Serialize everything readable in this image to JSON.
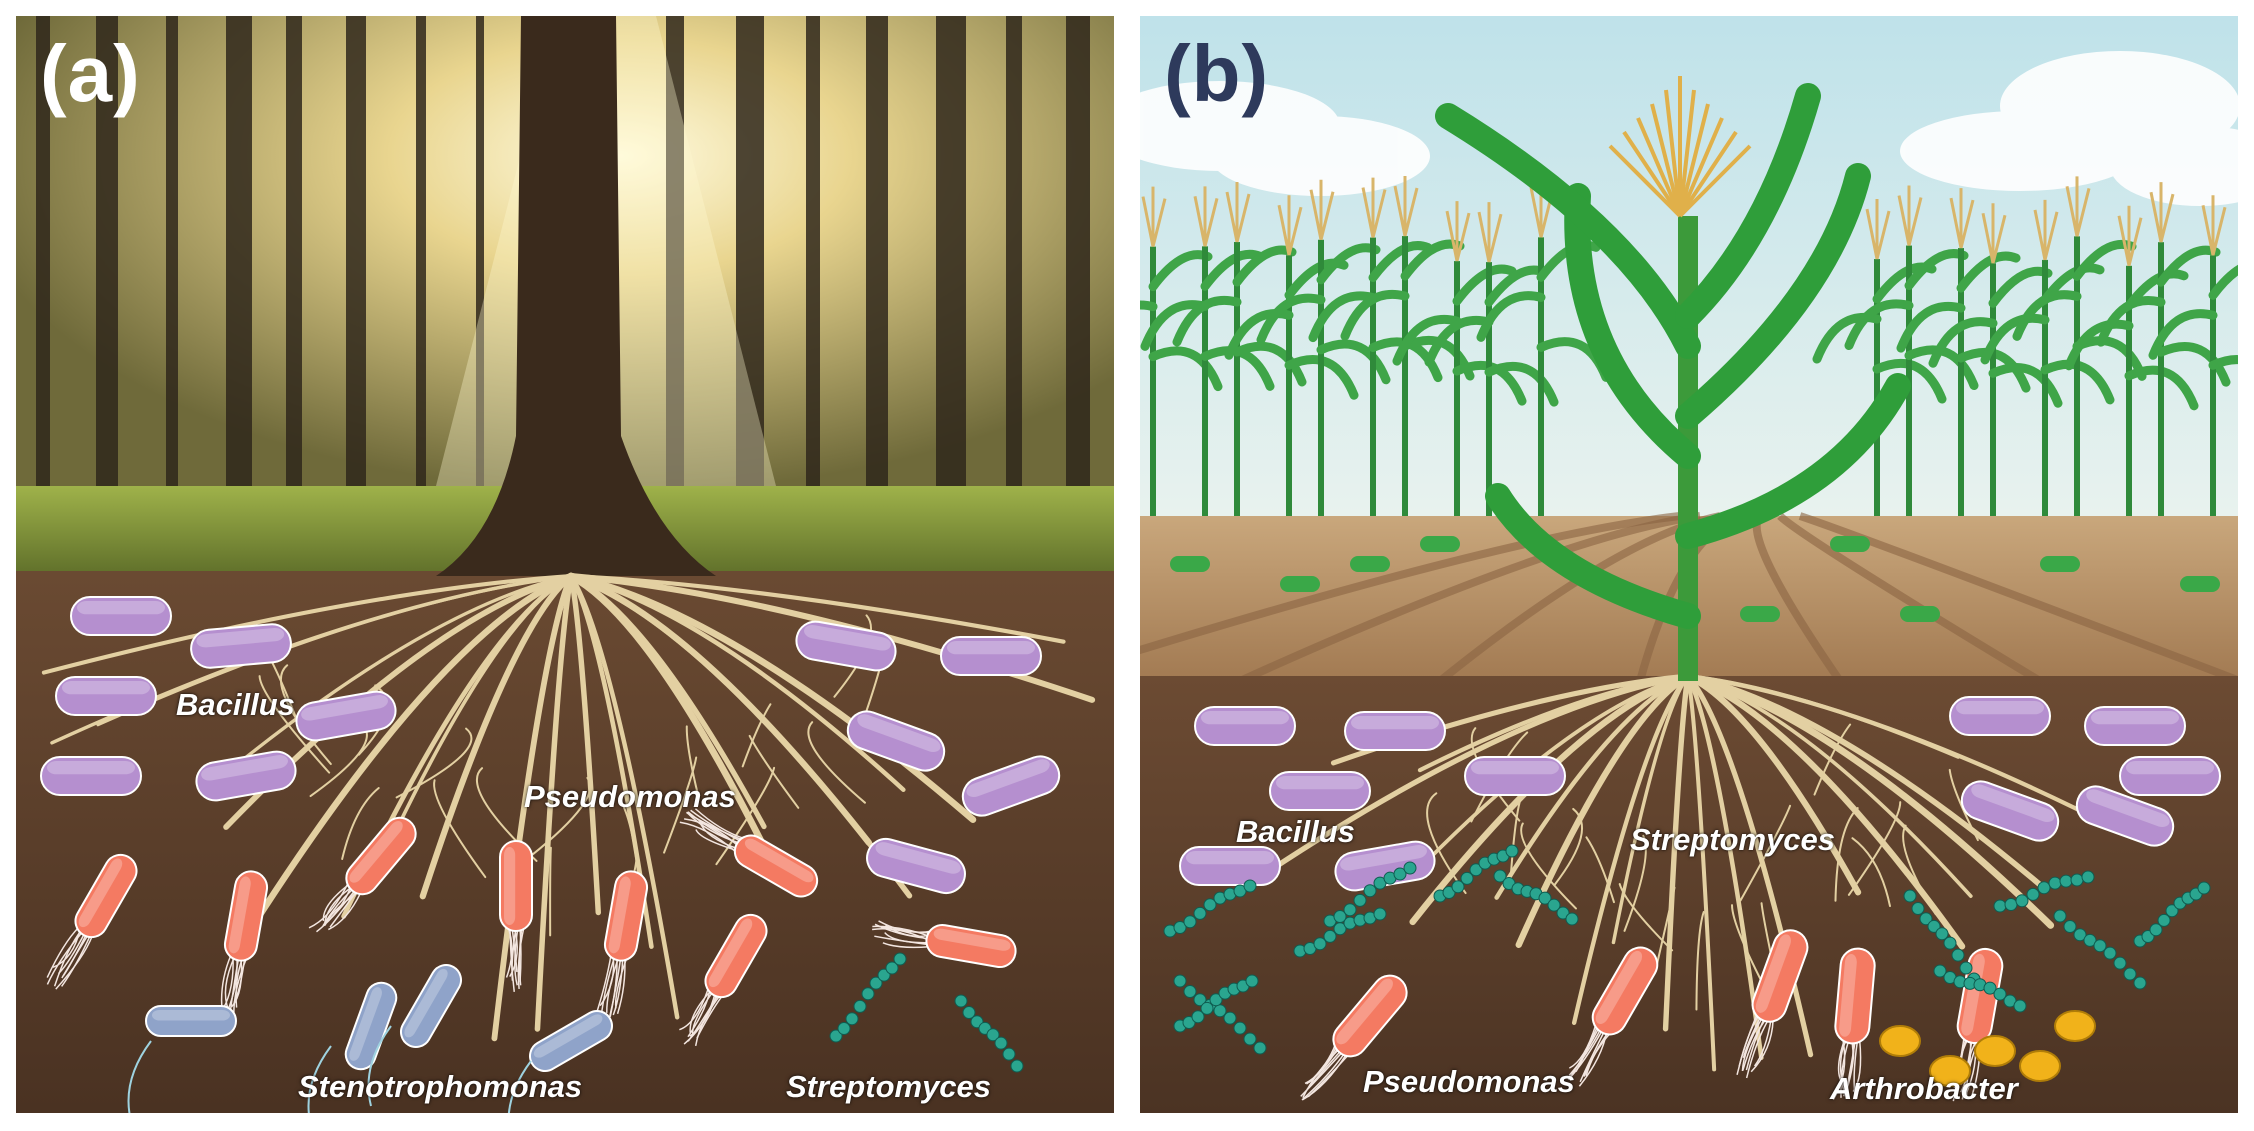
{
  "panel_a": {
    "label": "(a)",
    "bacteria_labels": {
      "bacillus": "Bacillus",
      "pseudomonas": "Pseudomonas",
      "stenotrophomonas": "Stenotrophomonas",
      "streptomyces": "Streptomyces"
    }
  },
  "panel_b": {
    "label": "(b)",
    "bacteria_labels": {
      "bacillus": "Bacillus",
      "streptomyces": "Streptomyces",
      "pseudomonas": "Pseudomonas",
      "arthrobacter": "Arthrobacter"
    }
  },
  "colors": {
    "bacillus": "#b58fcf",
    "pseudomonas": "#f47a62",
    "stenotrophomonas": "#8fa3c9",
    "streptomyces": "#2aa58f",
    "arthrobacter": "#f1b21a",
    "soil": "#5b3e2b",
    "root": "#e5d3a6"
  }
}
